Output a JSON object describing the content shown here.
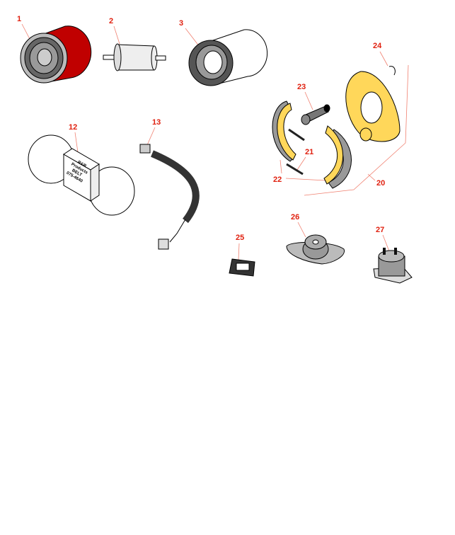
{
  "callouts": [
    {
      "id": "1",
      "label": "1"
    },
    {
      "id": "2",
      "label": "2"
    },
    {
      "id": "3",
      "label": "3"
    },
    {
      "id": "12",
      "label": "12"
    },
    {
      "id": "13",
      "label": "13"
    },
    {
      "id": "20",
      "label": "20"
    },
    {
      "id": "21",
      "label": "21"
    },
    {
      "id": "22",
      "label": "22"
    },
    {
      "id": "23",
      "label": "23"
    },
    {
      "id": "24",
      "label": "24"
    },
    {
      "id": "25",
      "label": "25"
    },
    {
      "id": "26",
      "label": "26"
    },
    {
      "id": "27",
      "label": "27"
    }
  ],
  "belt_label": {
    "line1": "R&R Products",
    "line2": "BELT",
    "line3": "075-4640"
  },
  "colors": {
    "callout": "#e0200f",
    "filter_red": "#c00000",
    "brake_yellow": "#ffd75a",
    "part_gray": "#a0a0a0"
  }
}
